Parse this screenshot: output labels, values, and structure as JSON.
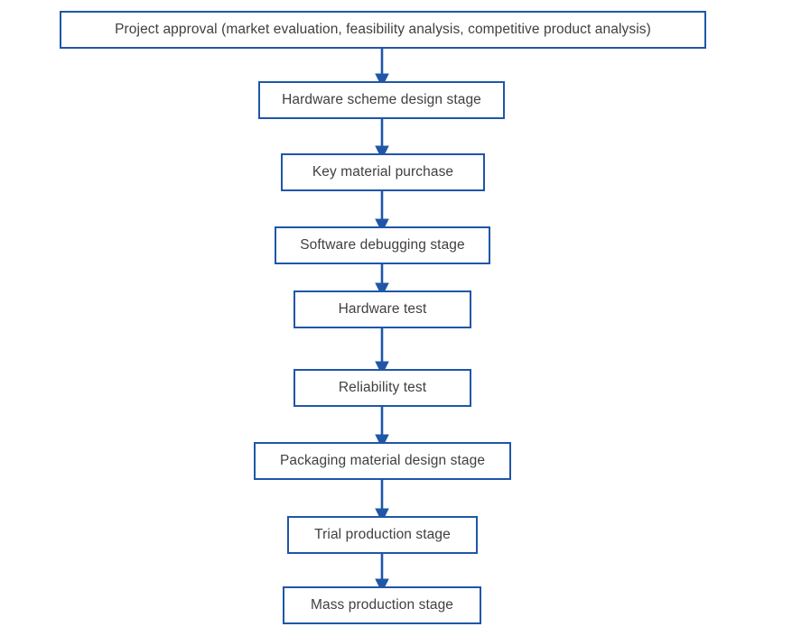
{
  "diagram": {
    "title": "Product development process flowchart",
    "background_color": "#ffffff",
    "box_border_color": "#1F56A8",
    "box_fill_color": "#ffffff",
    "text_color": "#404040",
    "arrow_color": "#1F56A8",
    "orientation": "top-to-bottom",
    "nodes": [
      {
        "id": "project-approval",
        "label": "Project approval (market evaluation, feasibility analysis, competitive product analysis)"
      },
      {
        "id": "hardware-scheme",
        "label": "Hardware scheme design stage"
      },
      {
        "id": "key-material",
        "label": "Key material purchase"
      },
      {
        "id": "software-debugging",
        "label": "Software debugging stage"
      },
      {
        "id": "hardware-test",
        "label": "Hardware test"
      },
      {
        "id": "reliability-test",
        "label": "Reliability test"
      },
      {
        "id": "packaging-material",
        "label": "Packaging material design stage"
      },
      {
        "id": "trial-production",
        "label": "Trial production stage"
      },
      {
        "id": "mass-production",
        "label": "Mass production stage"
      }
    ],
    "edges": [
      {
        "from": "project-approval",
        "to": "hardware-scheme",
        "label": ""
      },
      {
        "from": "hardware-scheme",
        "to": "key-material",
        "label": ""
      },
      {
        "from": "key-material",
        "to": "software-debugging",
        "label": ""
      },
      {
        "from": "software-debugging",
        "to": "hardware-test",
        "label": ""
      },
      {
        "from": "hardware-test",
        "to": "reliability-test",
        "label": ""
      },
      {
        "from": "reliability-test",
        "to": "packaging-material",
        "label": ""
      },
      {
        "from": "packaging-material",
        "to": "trial-production",
        "label": ""
      },
      {
        "from": "trial-production",
        "to": "mass-production",
        "label": ""
      }
    ]
  }
}
